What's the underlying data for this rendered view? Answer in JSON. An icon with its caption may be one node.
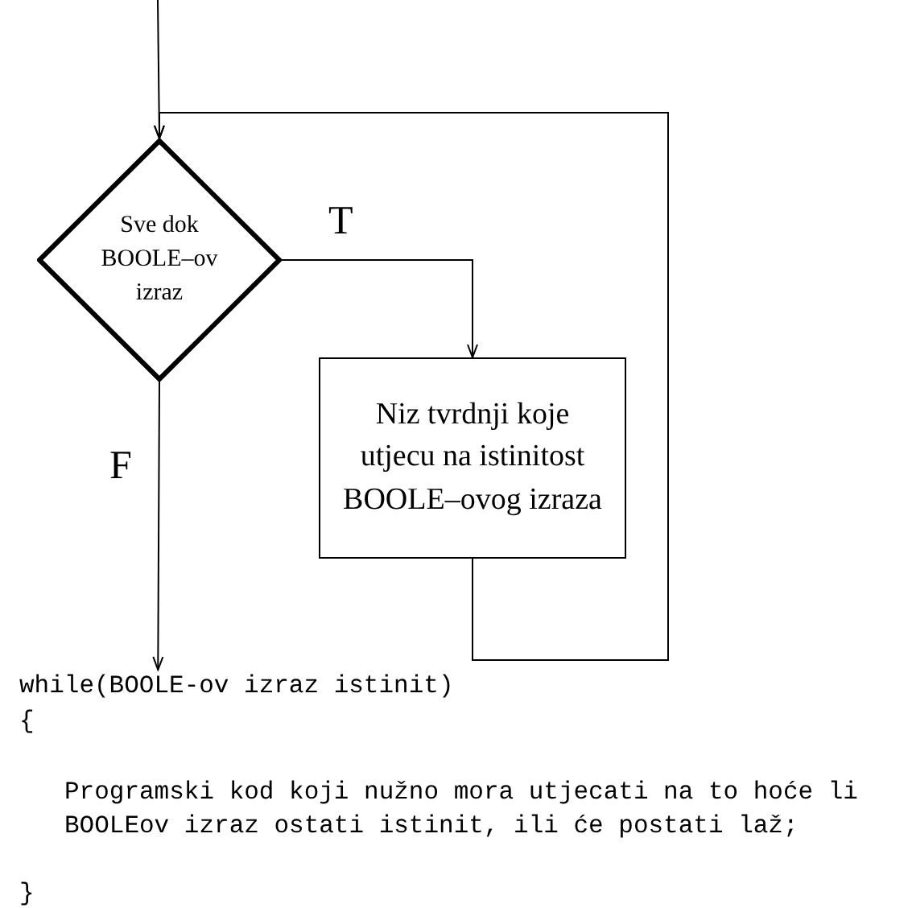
{
  "diagram": {
    "nodes": [
      {
        "text": [
          "Sve dok BOOLE–ov izraz"
        ]
      },
      {
        "text": [
          "Niz tvrdnji koje utjecu na istinitost BOOLE–ovog izraza"
        ]
      },
      {
        "text": [
          "while(BOOLE-ov izraz istinit)"
        ]
      }
    ],
    "edges": [
      {
        "from": null,
        "to": 0,
        "arrow": "to"
      },
      {
        "from": 0,
        "to": 1,
        "label": "T",
        "arrow": "to"
      },
      {
        "from": 1,
        "to": 0,
        "arrow": "to"
      },
      {
        "from": 0,
        "to": 2,
        "label": "F",
        "arrow": "to"
      }
    ],
    "labels": [
      "{",
      "Programski kod koji nužno mora utjecati na to hoće li BOOLEov izraz ostati istinit, ili će postati laž;",
      "}"
    ]
  }
}
